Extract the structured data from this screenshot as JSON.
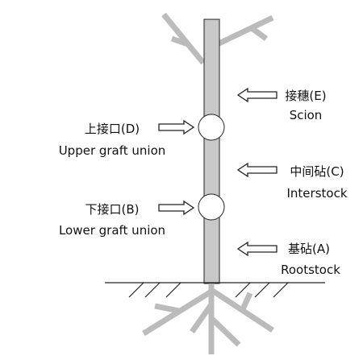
{
  "labels": {
    "scion_cn": "接穗(E)",
    "scion_en": "Scion",
    "upper_union_cn": "上接口(D)",
    "upper_union_en": "Upper graft union",
    "interstock_cn": "中间砧(C)",
    "interstock_en": "Interstock",
    "lower_union_cn": "下接口(B)",
    "lower_union_en": "Lower graft union",
    "rootstock_cn": "基砧(A)",
    "rootstock_en": "Rootstock"
  },
  "colors": {
    "trunk_fill": "#c8c8c8",
    "outline": "#222222",
    "branch": "#bbbbbb",
    "union_fill": "#ffffff",
    "text": "#111111"
  }
}
